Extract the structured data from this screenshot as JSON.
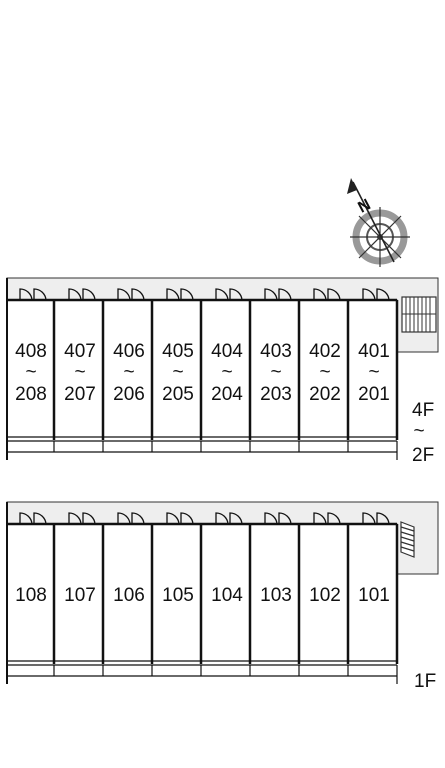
{
  "compass": {
    "north_label": "N"
  },
  "upper_block": {
    "floor_top": "4F",
    "range_sep": "~",
    "floor_bottom": "2F",
    "units": [
      {
        "top": "408",
        "bottom": "208"
      },
      {
        "top": "407",
        "bottom": "207"
      },
      {
        "top": "406",
        "bottom": "206"
      },
      {
        "top": "405",
        "bottom": "205"
      },
      {
        "top": "404",
        "bottom": "204"
      },
      {
        "top": "403",
        "bottom": "203"
      },
      {
        "top": "402",
        "bottom": "202"
      },
      {
        "top": "401",
        "bottom": "201"
      }
    ]
  },
  "lower_block": {
    "floor": "1F",
    "units": [
      "108",
      "107",
      "106",
      "105",
      "104",
      "103",
      "102",
      "101"
    ]
  }
}
